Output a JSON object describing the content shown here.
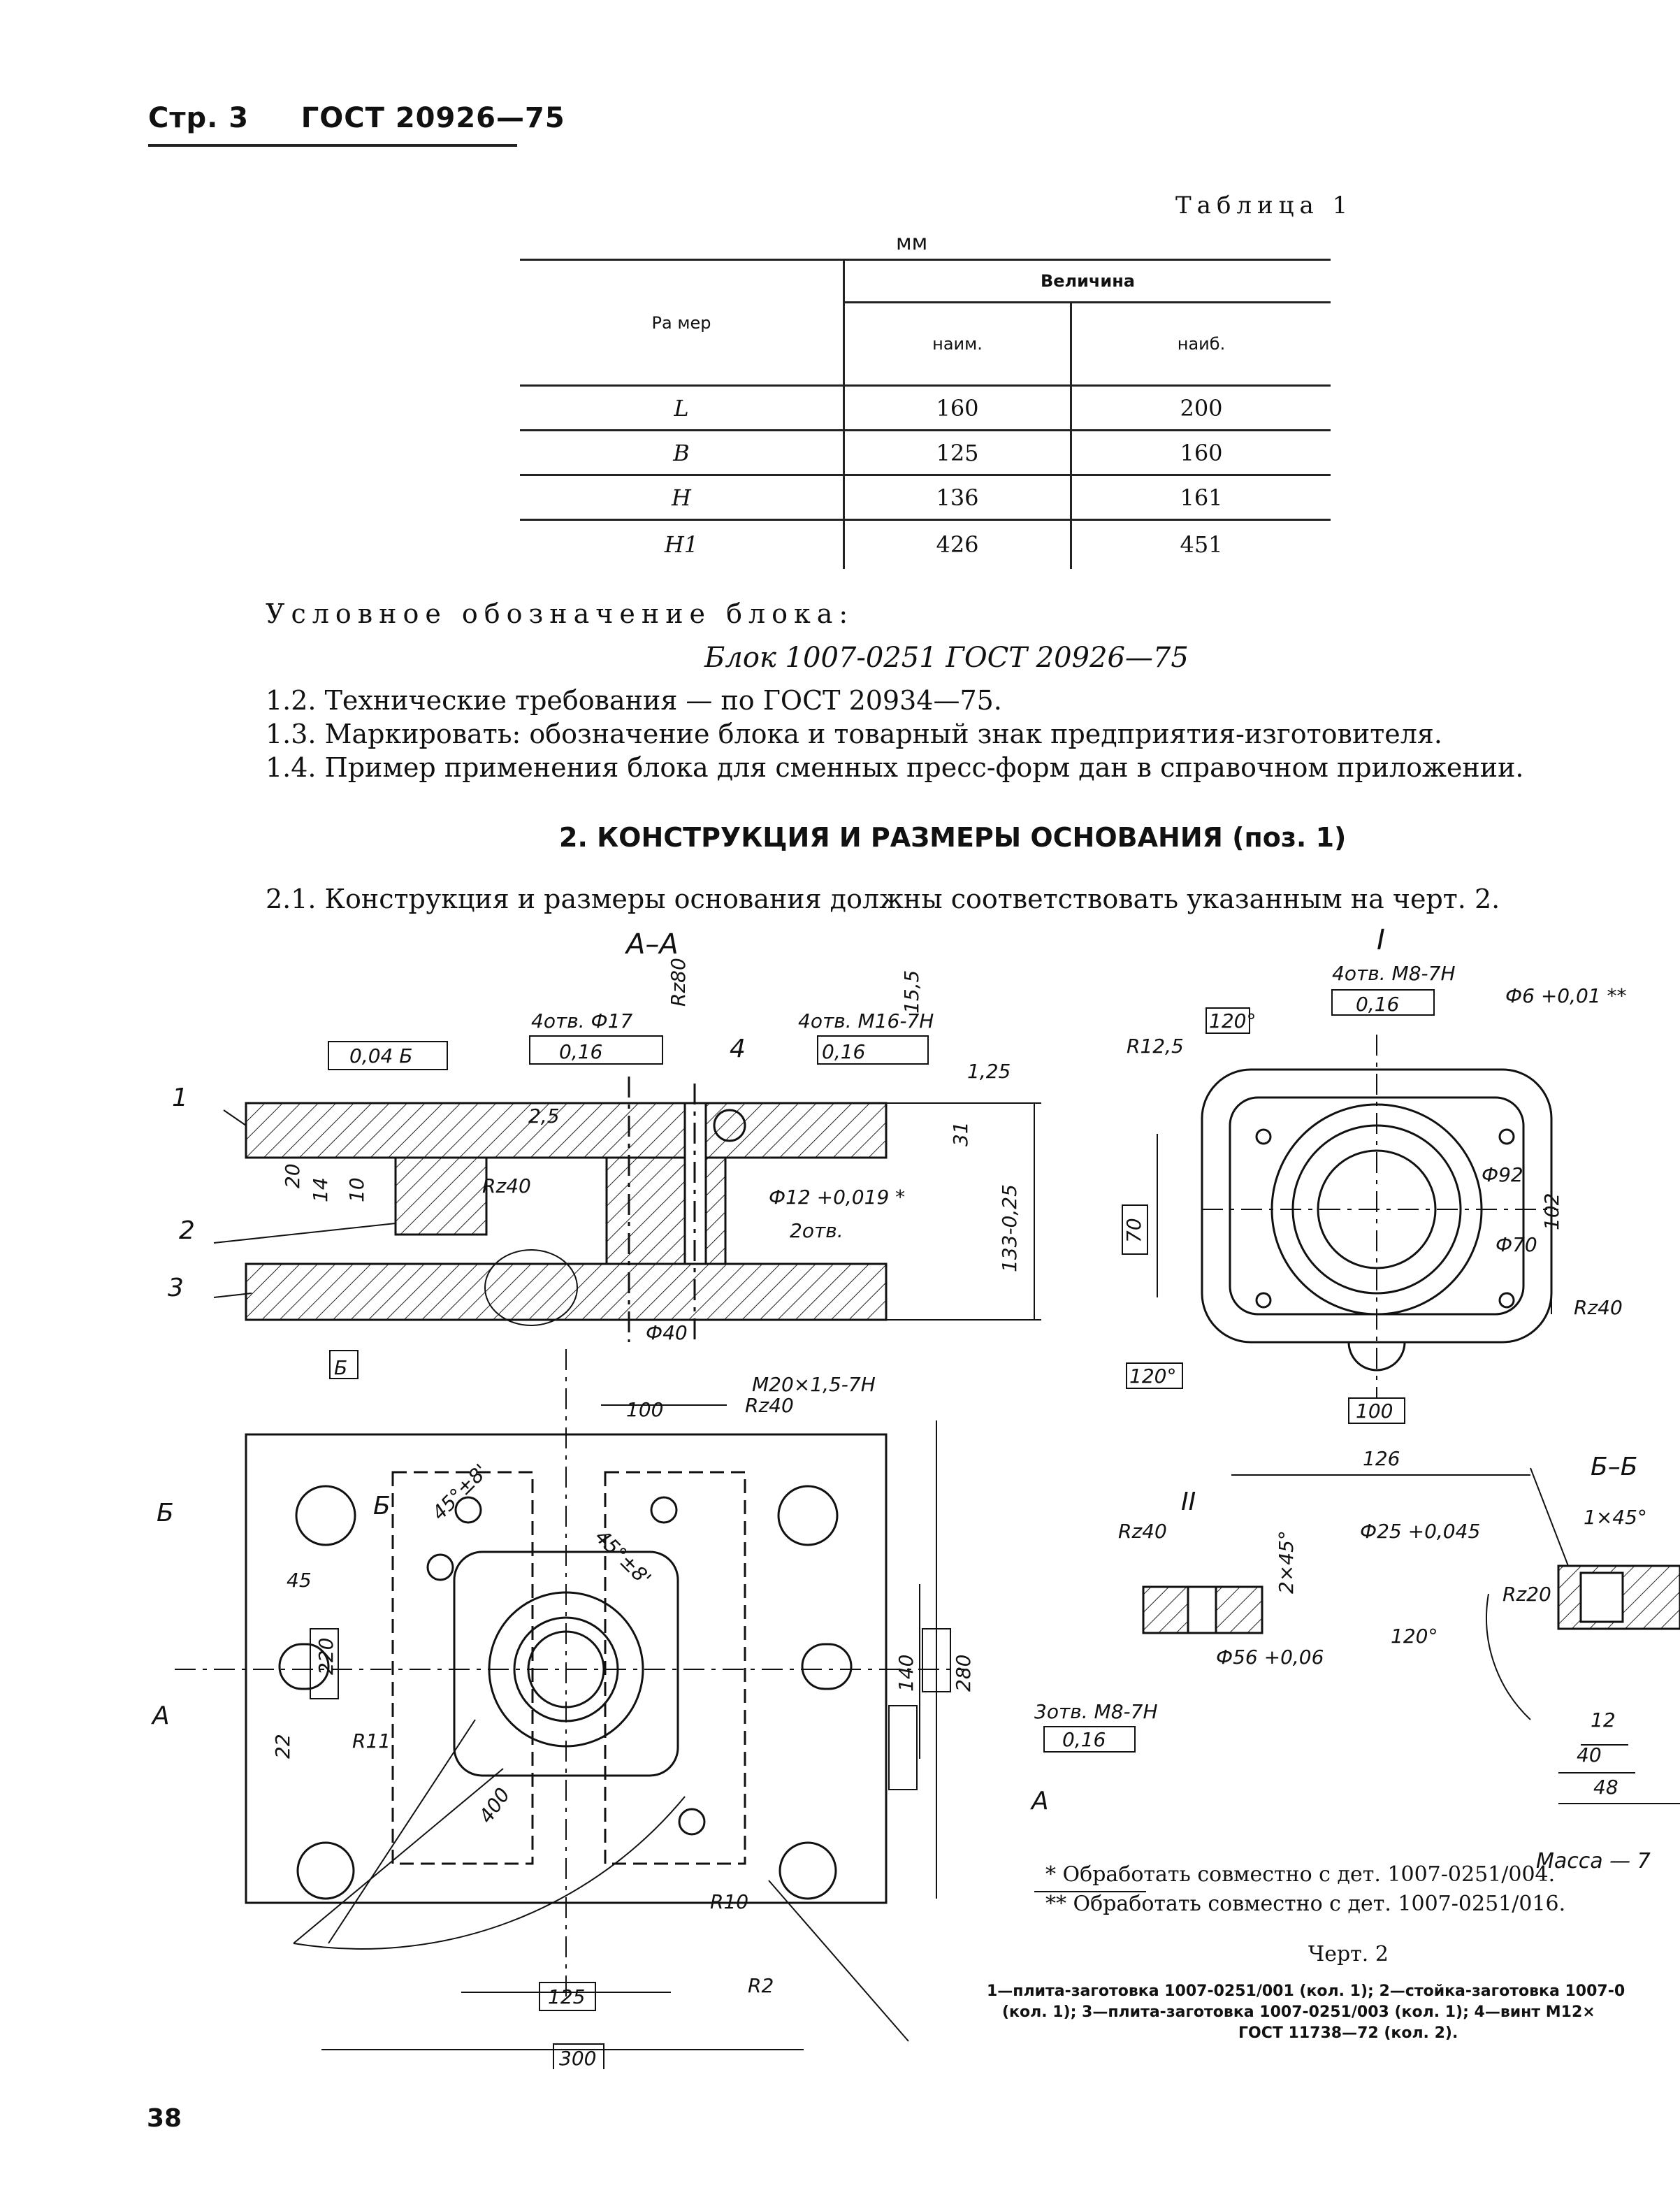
{
  "header": {
    "page": "Стр. 3",
    "standard": "ГОСТ 20926—75"
  },
  "table": {
    "caption": "Таблица 1",
    "unit": "мм",
    "col_param": "Ра мер",
    "col_value": "Величина",
    "col_min": "наим.",
    "col_max": "наиб.",
    "rows": [
      {
        "param": "L",
        "min": "160",
        "max": "200"
      },
      {
        "param": "B",
        "min": "125",
        "max": "160"
      },
      {
        "param": "H",
        "min": "136",
        "max": "161"
      },
      {
        "param": "H1",
        "min": "426",
        "max": "451"
      }
    ]
  },
  "designation": {
    "label": "Условное обозначение блока:",
    "example": "Блок 1007-0251 ГОСТ 20926—75"
  },
  "clauses": [
    "1.2. Технические требования — по ГОСТ 20934—75.",
    "1.3. Маркировать: обозначение блока и товарный знак предприятия-изготовителя.",
    "1.4. Пример применения блока для сменных пресс-форм дан в справочном приложении."
  ],
  "section2": {
    "title": "2. КОНСТРУКЦИЯ И РАЗМЕРЫ ОСНОВАНИЯ (поз. 1)",
    "clause": "2.1. Конструкция и размеры основания должны соответствовать указанным на черт. 2."
  },
  "drawing": {
    "view_aa": "А–А",
    "view_i": "I",
    "view_ii": "II",
    "view_bb": "Б–Б",
    "positions": [
      "1",
      "2",
      "3",
      "4"
    ],
    "dims": {
      "holes_top": "4отв. Ф17",
      "holes_m16": "4отв. М16-7Н",
      "holes_m8_4": "4отв. М8-7Н",
      "holes_m8_3": "3отв. М8-7Н",
      "tolerance": "0,16",
      "parallel": "0,04 Б",
      "d12": "Ф12 +0,019 *",
      "two_holes": "2отв.",
      "h133": "133-0,25",
      "d40": "Ф40",
      "d92": "Ф92",
      "d70": "Ф70",
      "d6": "Ф6 +0,01 **",
      "r12_5": "R12,5",
      "a120": "120°",
      "d100": "100",
      "d126": "126",
      "d70box": "70",
      "d102": "102",
      "m20": "М20×1,5-7Н",
      "d280": "280",
      "d140": "140",
      "d220": "220",
      "d400": "400",
      "d125": "125",
      "d300": "300",
      "a45": "45°±8'",
      "r11": "R11",
      "r10": "R10",
      "r2": "R2",
      "d25": "Ф25 +0,045",
      "d56": "Ф56 +0,06",
      "d12b": "12",
      "d40b": "40",
      "d48": "48",
      "rz40": "Rz40",
      "rz20": "Rz20",
      "rz80": "Rz80",
      "chamf1": "1×45°",
      "chamf2": "2×45°",
      "a120b": "120°",
      "d31": "31",
      "d20": "20",
      "d14": "14",
      "d10": "10",
      "d1_25": "1,25",
      "d2_5": "2,5",
      "d15_5": "15,5",
      "datum_b": "Б",
      "sec_a": "А",
      "sec_b": "Б",
      "d22": "22",
      "d45": "45"
    },
    "mass": "Масса — 7"
  },
  "notes": {
    "n1": "* Обработать совместно с дет. 1007-0251/004.",
    "n2": "** Обработать совместно с дет. 1007-0251/016.",
    "figure": "Черт. 2",
    "legend1": "1—плита-заготовка 1007-0251/001 (кол. 1); 2—стойка-заготовка 1007-0",
    "legend2": "(кол. 1); 3—плита-заготовка 1007-0251/003 (кол. 1); 4—винт М12×",
    "legend3": "ГОСТ 11738—72 (кол. 2)."
  },
  "page_number": "38"
}
